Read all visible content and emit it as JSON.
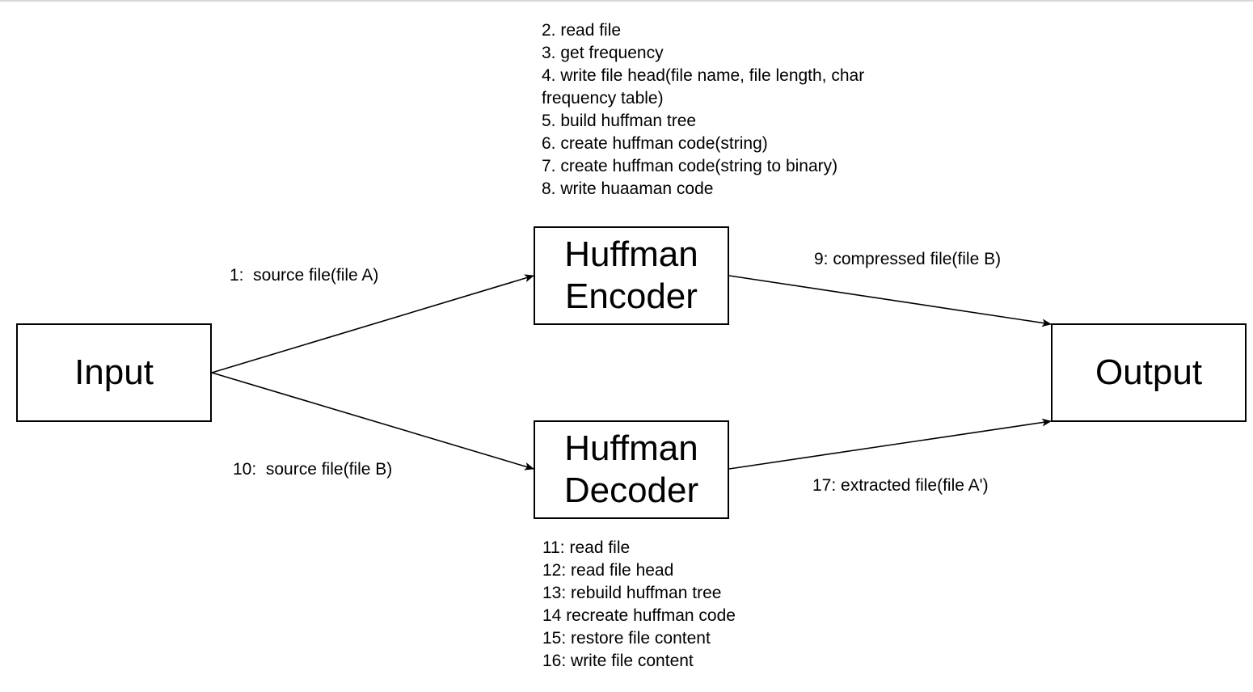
{
  "nodes": {
    "input": "Input",
    "encoder": "Huffman\nEncoder",
    "decoder": "Huffman\nDecoder",
    "output": "Output"
  },
  "edges": {
    "input_to_encoder": "1:  source file(file A)",
    "input_to_decoder": "10:  source file(file B)",
    "encoder_to_output": "9: compressed file(file B)",
    "decoder_to_output": "17: extracted file(file A')"
  },
  "encoder_steps": [
    "2. read file",
    "3. get frequency",
    "4. write file head(file name, file length, char",
    "frequency table)",
    "5. build huffman tree",
    "6. create huffman code(string)",
    "7. create huffman code(string to binary)",
    "8. write huaaman code"
  ],
  "decoder_steps": [
    "11: read file",
    "12: read file head",
    "13: rebuild huffman tree",
    "14 recreate huffman code",
    "15: restore file content",
    "16: write file content"
  ],
  "colors": {
    "stroke": "#000000",
    "background": "#ffffff"
  }
}
